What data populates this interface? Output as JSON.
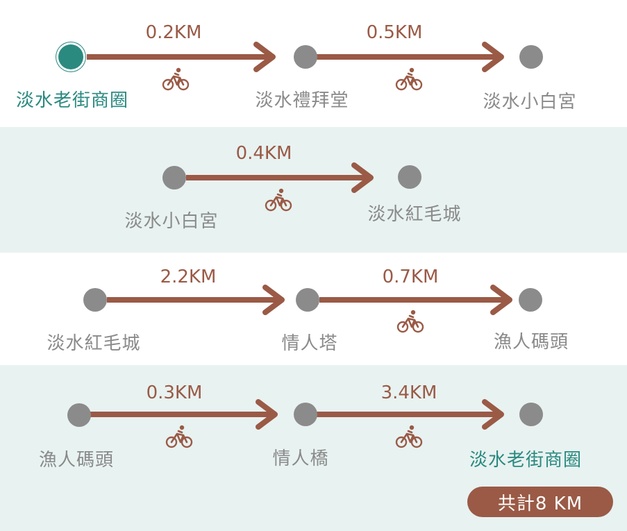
{
  "colors": {
    "accent": "#9a5a46",
    "teal": "#2a8a80",
    "node": "#8b8b8b",
    "band": "#e8f2f1"
  },
  "rows": [
    {
      "segments": [
        {
          "from": "淡水老街商圈",
          "to": "淡水禮拜堂",
          "distance": "0.2KM",
          "mode": "bicycle-icon"
        },
        {
          "from": "淡水禮拜堂",
          "to": "淡水小白宮",
          "distance": "0.5KM",
          "mode": "bicycle-icon"
        }
      ],
      "stops": [
        "淡水老街商圈",
        "淡水禮拜堂",
        "淡水小白宮"
      ]
    },
    {
      "segments": [
        {
          "from": "淡水小白宮",
          "to": "淡水紅毛城",
          "distance": "0.4KM",
          "mode": "bicycle-icon"
        }
      ],
      "stops": [
        "淡水小白宮",
        "淡水紅毛城"
      ]
    },
    {
      "segments": [
        {
          "from": "淡水紅毛城",
          "to": "情人塔",
          "distance": "2.2KM",
          "mode": "none"
        },
        {
          "from": "情人塔",
          "to": "漁人碼頭",
          "distance": "0.7KM",
          "mode": "bicycle-icon"
        }
      ],
      "stops": [
        "淡水紅毛城",
        "情人塔",
        "漁人碼頭"
      ]
    },
    {
      "segments": [
        {
          "from": "漁人碼頭",
          "to": "情人橋",
          "distance": "0.3KM",
          "mode": "bicycle-icon"
        },
        {
          "from": "情人橋",
          "to": "淡水老街商圈",
          "distance": "3.4KM",
          "mode": "bicycle-icon"
        }
      ],
      "stops": [
        "漁人碼頭",
        "情人橋",
        "淡水老街商圈"
      ]
    }
  ],
  "total": "共計8 KM"
}
